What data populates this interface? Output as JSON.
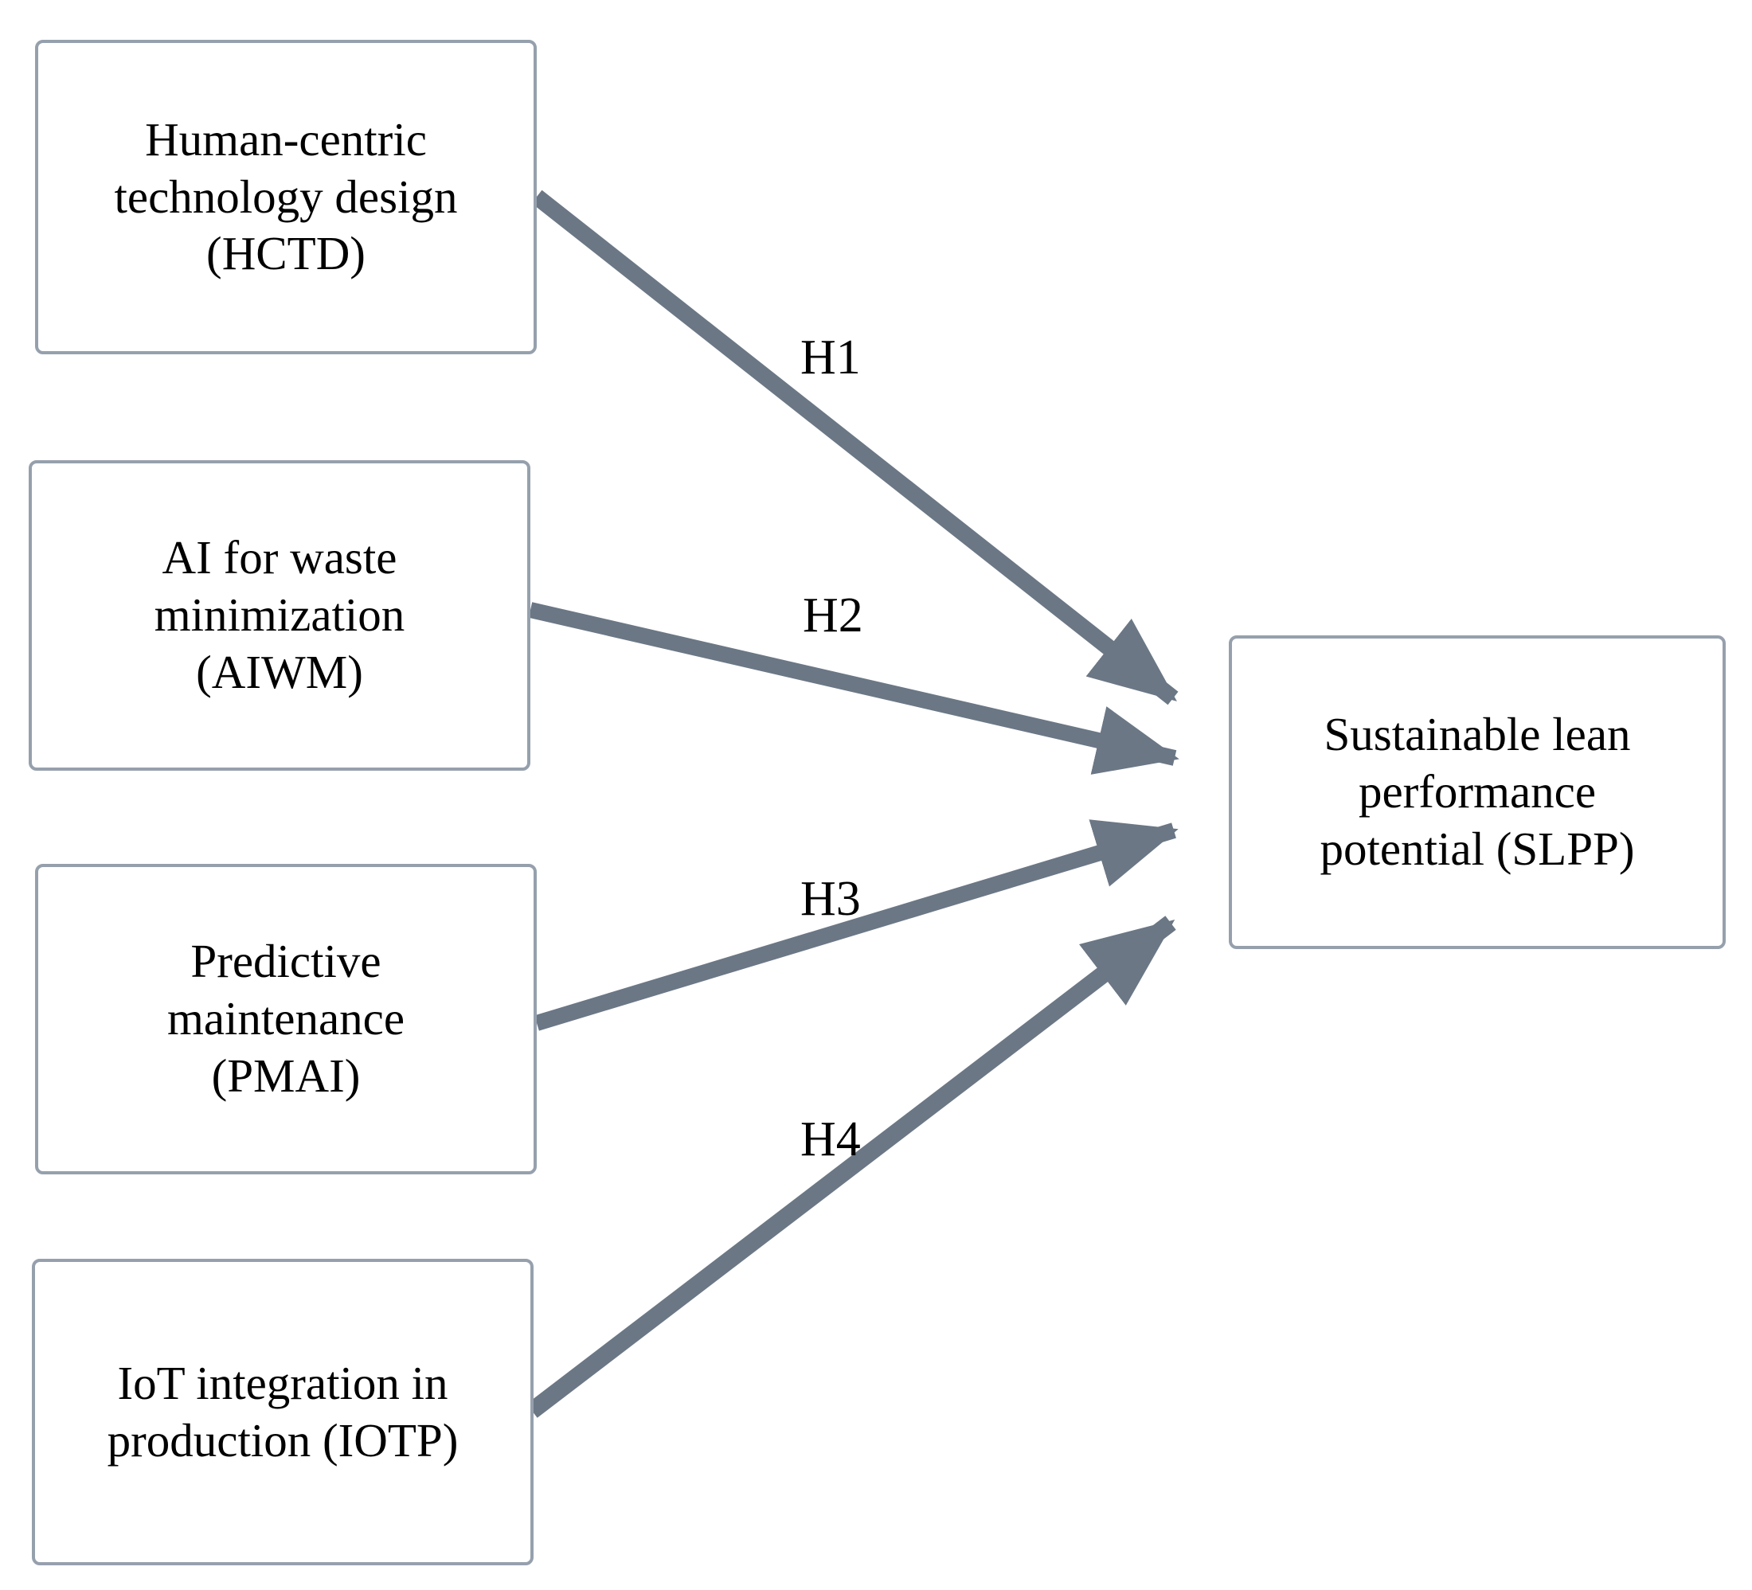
{
  "diagram": {
    "type": "research-hypothesis-model",
    "background_color": "#ffffff",
    "node_border_color": "#96a0ad",
    "arrow_color": "#6b7785",
    "text_color": "#000000",
    "predictors": [
      {
        "id": "HCTD",
        "label": "Human-centric\ntechnology design\n(HCTD)",
        "code": "HCTD"
      },
      {
        "id": "AIWM",
        "label": "AI for waste\nminimization\n(AIWM)",
        "code": "AIWM"
      },
      {
        "id": "PMAI",
        "label": "Predictive\nmaintenance\n(PMAI)",
        "code": "PMAI"
      },
      {
        "id": "IOTP",
        "label": "IoT integration in\nproduction (IOTP)",
        "code": "IOTP"
      }
    ],
    "outcome": {
      "id": "SLPP",
      "label": "Sustainable lean\nperformance\npotential (SLPP)",
      "code": "SLPP"
    },
    "hypotheses": [
      {
        "id": "H1",
        "label": "H1",
        "from": "HCTD",
        "to": "SLPP"
      },
      {
        "id": "H2",
        "label": "H2",
        "from": "AIWM",
        "to": "SLPP"
      },
      {
        "id": "H3",
        "label": "H3",
        "from": "PMAI",
        "to": "SLPP"
      },
      {
        "id": "H4",
        "label": "H4",
        "from": "IOTP",
        "to": "SLPP"
      }
    ]
  }
}
